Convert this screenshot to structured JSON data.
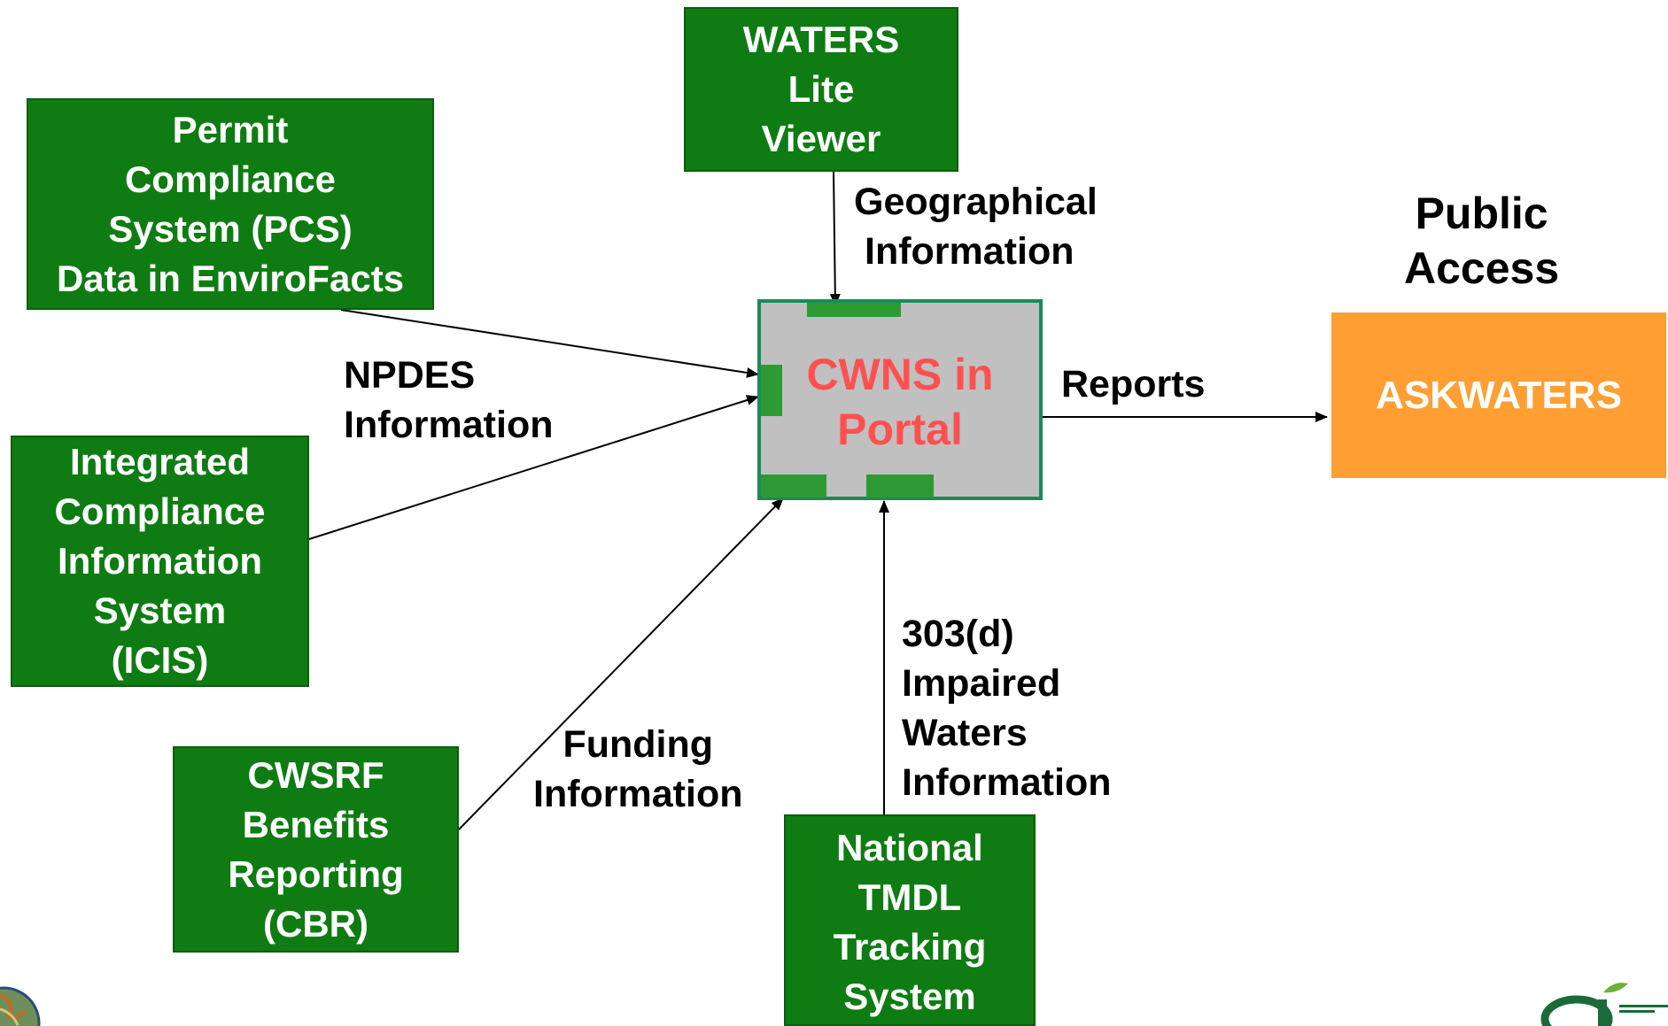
{
  "nodes": {
    "waters_viewer": [
      "WATERS",
      "Lite",
      "Viewer"
    ],
    "pcs": [
      "Permit",
      "Compliance",
      "System (PCS)",
      "Data in EnviroFacts"
    ],
    "icis": [
      "Integrated",
      "Compliance",
      "Information",
      "System",
      "(ICIS)"
    ],
    "cbr": [
      "CWSRF",
      "Benefits",
      "Reporting",
      "(CBR)"
    ],
    "tmdl": [
      "National",
      "TMDL",
      "Tracking",
      "System"
    ],
    "portal": [
      "CWNS in",
      "Portal"
    ],
    "askwaters": "ASKWATERS",
    "public_access": [
      "Public",
      "Access"
    ]
  },
  "edge_labels": {
    "geographical": [
      "Geographical",
      "Information"
    ],
    "npdes": [
      "NPDES",
      "Information"
    ],
    "reports": "Reports",
    "funding": [
      "Funding",
      "Information"
    ],
    "impaired": [
      "303(d)",
      "Impaired",
      "Waters",
      "Information"
    ]
  },
  "colors": {
    "source_box": "#0e7c12",
    "portal_fill": "#c0c0c0",
    "portal_text": "#ff5050",
    "askwaters_fill": "#ff9f33",
    "arrow": "#000000"
  },
  "icons": {
    "bottom_left": "globe-logo-icon",
    "bottom_right": "oei-logo-icon"
  }
}
